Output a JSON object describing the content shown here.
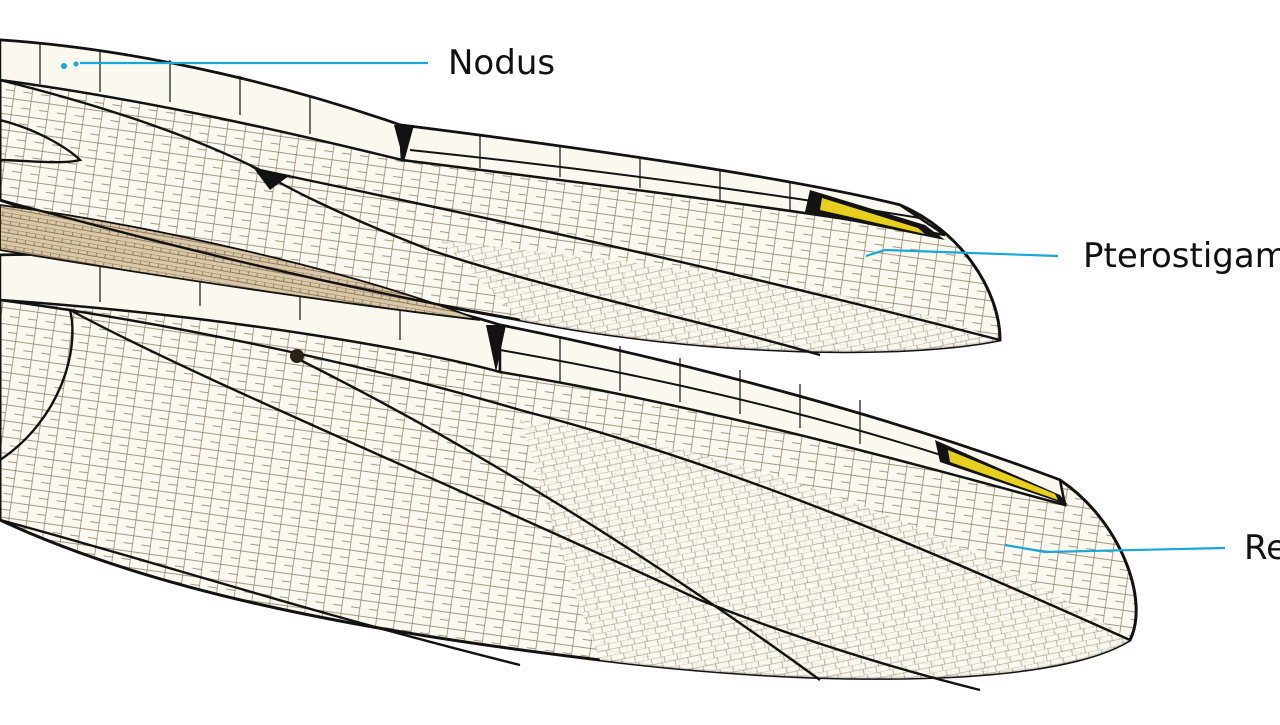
{
  "diagram": {
    "labels": {
      "nodus": "Nodus",
      "pterostigma": "Pterostigam",
      "third": "Re"
    },
    "colors": {
      "leader": "#1aa6d6",
      "vein": "#121212",
      "membrane": "#fbf8ef",
      "venation": "#8a7a62",
      "pterostigma": "#e6cf1e",
      "darkRegion": "#b8a487",
      "background": "#ffffff"
    }
  }
}
